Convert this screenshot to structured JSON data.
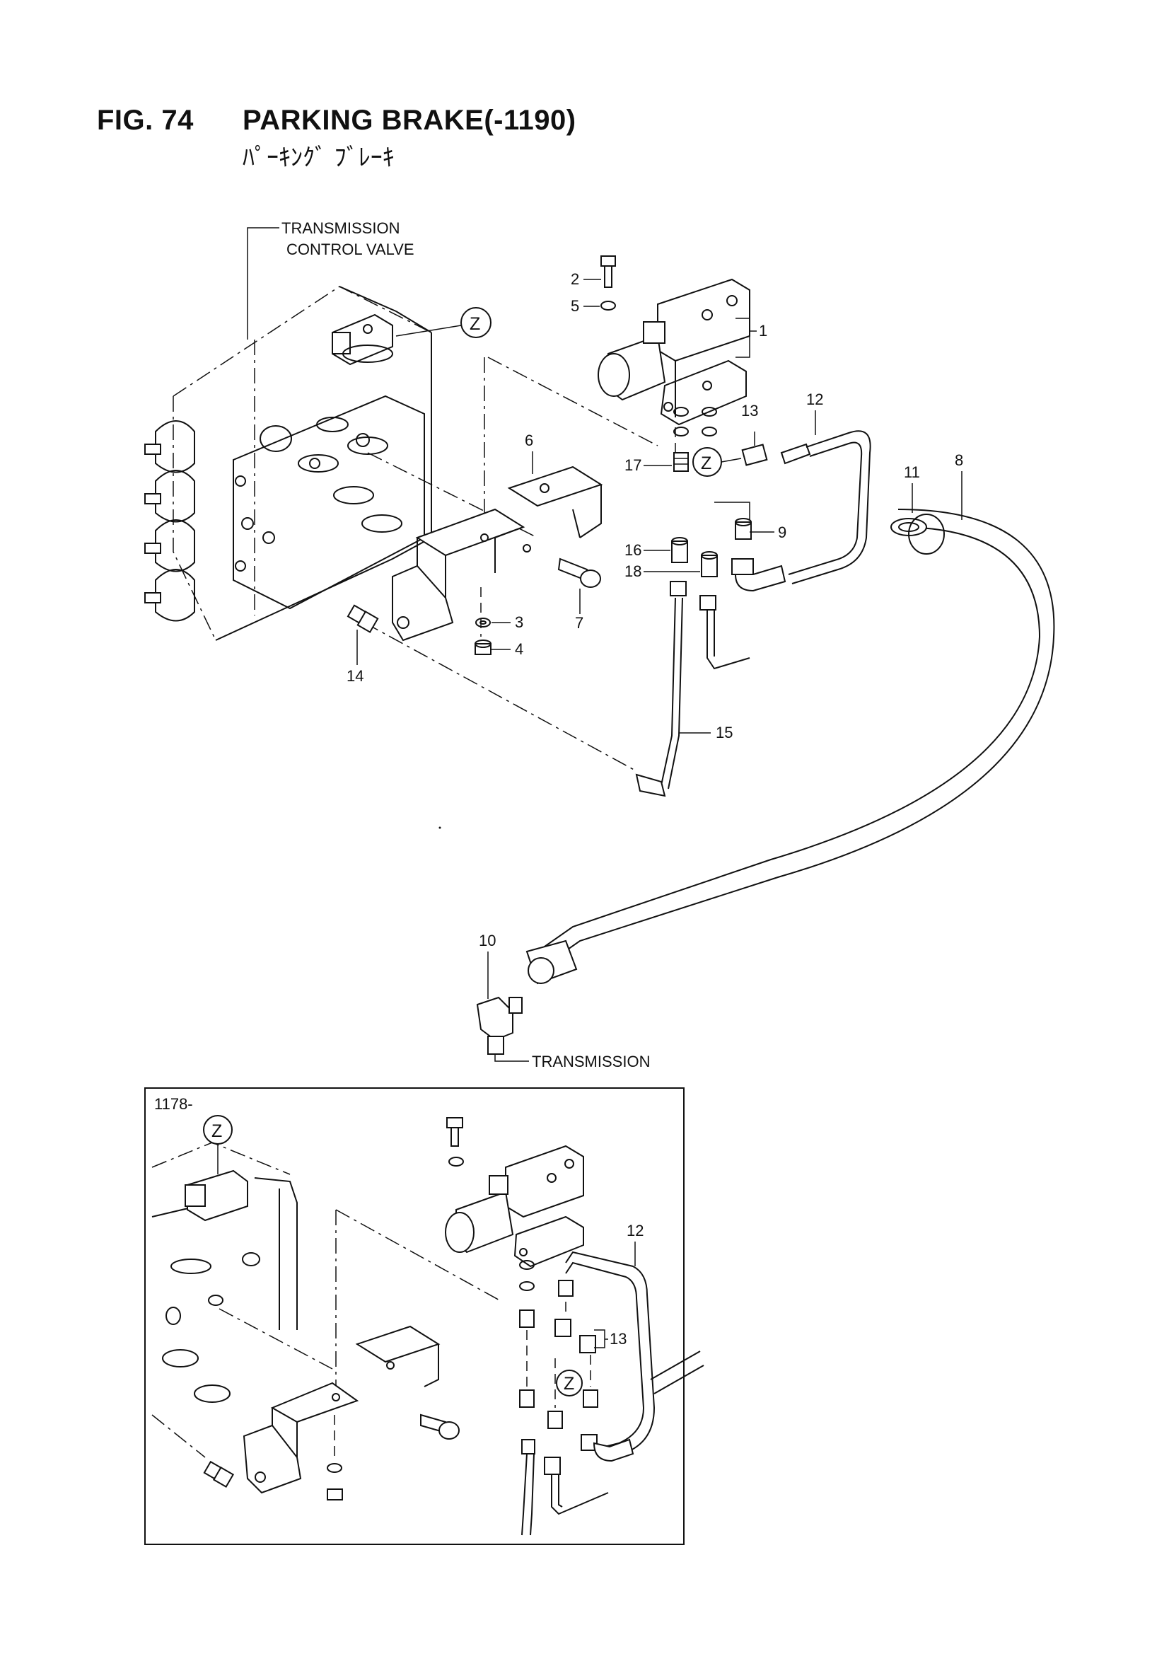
{
  "header": {
    "figure": "FIG. 74",
    "title": "PARKING BRAKE(-1190)",
    "subtitle_jp": "ﾊﾟｰｷﾝｸﾞ ﾌﾞﾚｰｷ"
  },
  "callouts": {
    "tcv_line1": "TRANSMISSION",
    "tcv_line2": "CONTROL VALVE",
    "transmission": "TRANSMISSION",
    "detail_z": "Z",
    "parts": [
      "1",
      "2",
      "3",
      "4",
      "5",
      "6",
      "7",
      "8",
      "9",
      "10",
      "11",
      "12",
      "13",
      "14",
      "15",
      "16",
      "17",
      "18"
    ]
  },
  "inset": {
    "serial_label": "1178-",
    "detail_z": "Z",
    "parts": [
      "12",
      "13"
    ]
  }
}
